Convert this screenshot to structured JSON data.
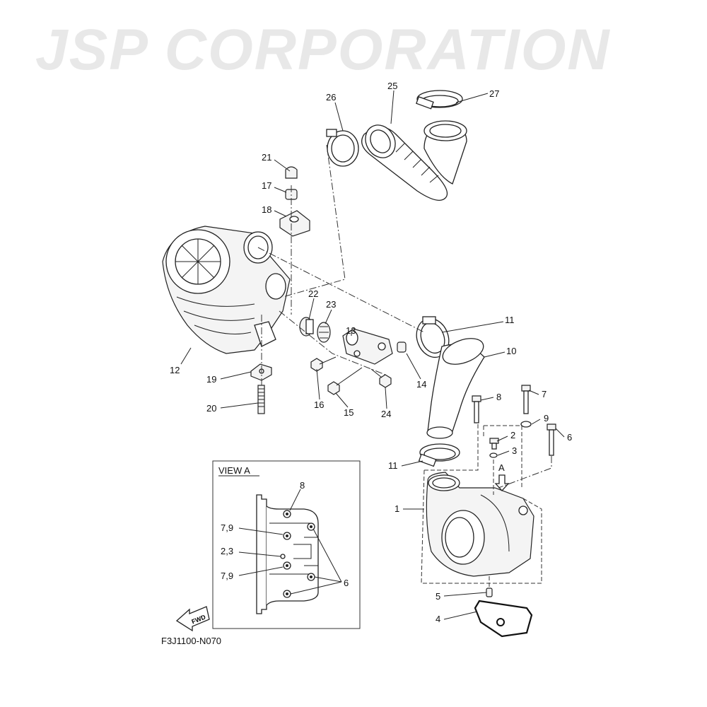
{
  "watermark": "JSP CORPORATION",
  "callouts": {
    "c1": "1",
    "c2": "2",
    "c3": "3",
    "c4": "4",
    "c5": "5",
    "c6": "6",
    "c7": "7",
    "c8": "8",
    "c9": "9",
    "c10": "10",
    "c11a": "11",
    "c11b": "11",
    "c12": "12",
    "c13": "13",
    "c14": "14",
    "c15": "15",
    "c16": "16",
    "c17": "17",
    "c18": "18",
    "c19": "19",
    "c20": "20",
    "c21": "21",
    "c22": "22",
    "c23": "23",
    "c24": "24",
    "c25": "25",
    "c26": "26",
    "c27": "27",
    "view_marker": "A"
  },
  "view_a": {
    "title": "VIEW A",
    "labels": [
      "8",
      "7,9",
      "2,3",
      "7,9",
      "6"
    ]
  },
  "fwd_label": "FWD",
  "diagram_code": "F3J1100-N070"
}
